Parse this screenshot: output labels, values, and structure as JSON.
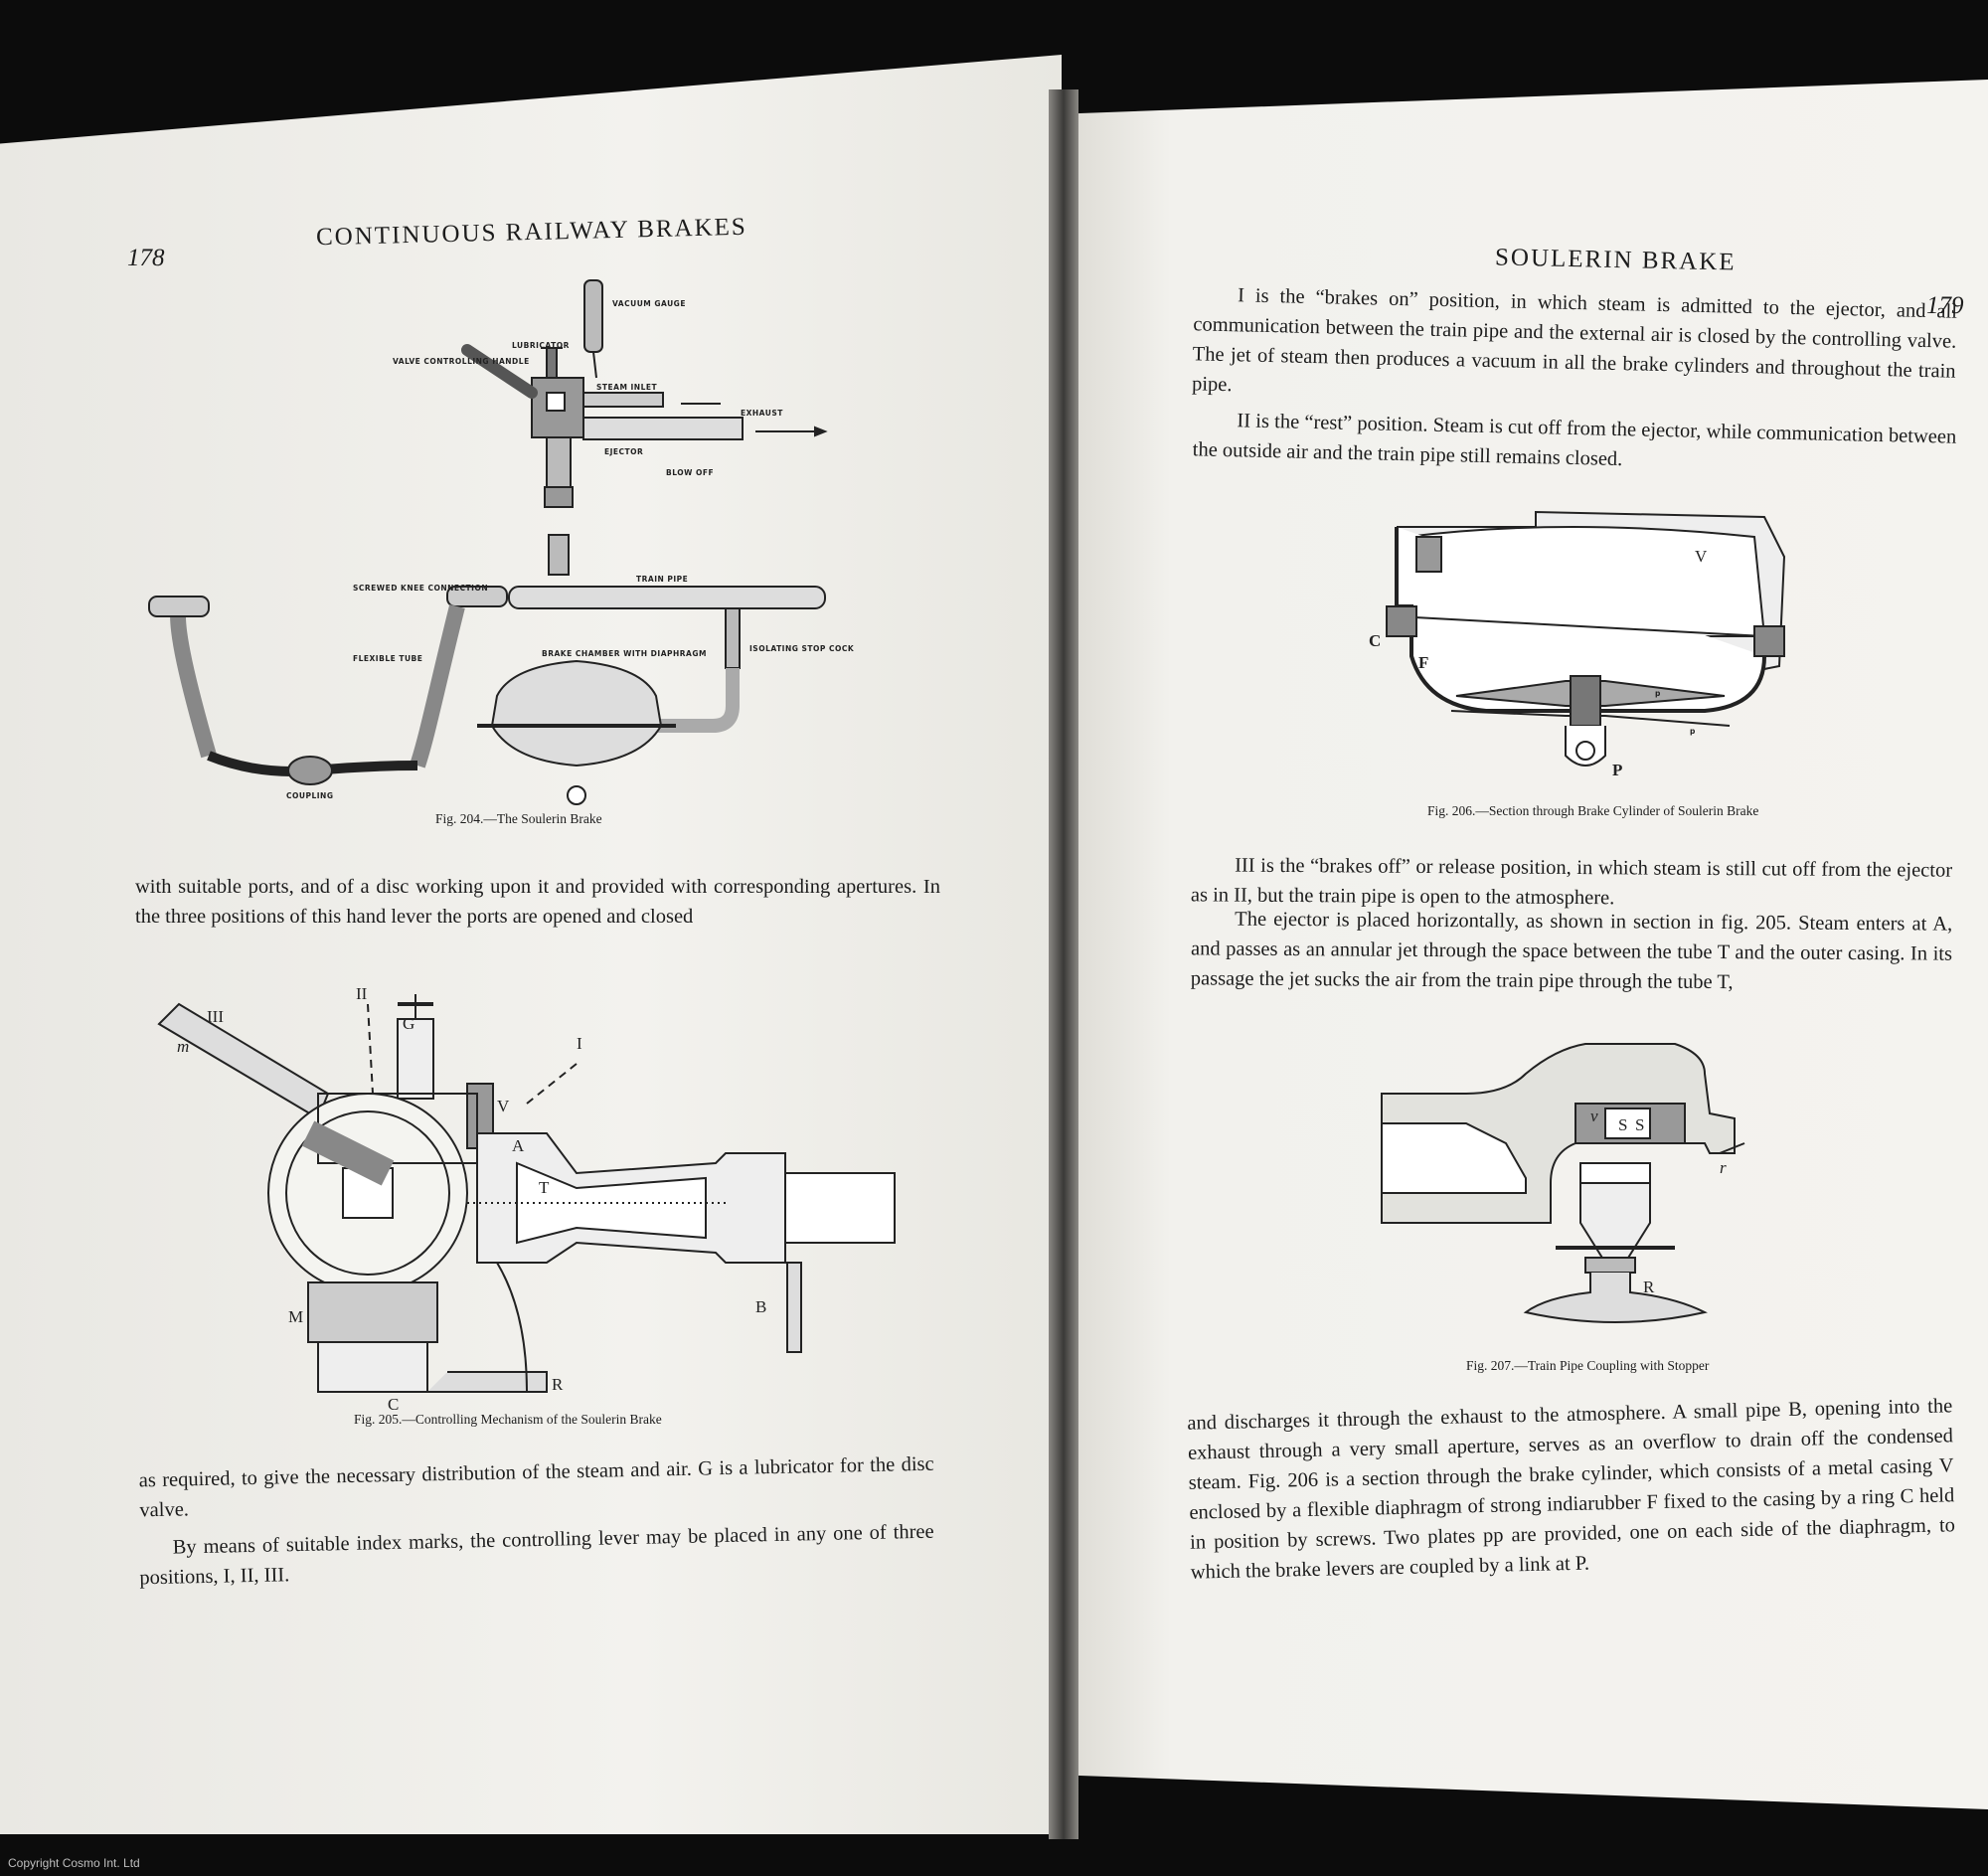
{
  "left_page": {
    "page_number": "178",
    "running_head": "CONTINUOUS RAILWAY BRAKES",
    "fig204": {
      "caption": "Fig. 204.—The Soulerin Brake",
      "labels": {
        "vacuum_gauge": "VACUUM GAUGE",
        "lubricator": "LUBRICATOR",
        "valve_handle": "VALVE CONTROLLING HANDLE",
        "steam_inlet": "STEAM INLET",
        "exhaust": "EXHAUST",
        "ejector": "EJECTOR",
        "blow_off": "BLOW OFF",
        "train_pipe": "TRAIN PIPE",
        "screwed_knee": "SCREWED KNEE CONNECTION",
        "flexible_tube": "FLEXIBLE TUBE",
        "brake_chamber": "BRAKE CHAMBER WITH DIAPHRAGM",
        "isolating_cock": "ISOLATING STOP COCK",
        "coupling": "COUPLING"
      }
    },
    "para1": "with suitable ports, and of a disc working upon it and provided with corresponding apertures. In the three positions of this hand lever the ports are opened and closed",
    "fig205": {
      "caption": "Fig. 205.—Controlling Mechanism of the Soulerin Brake",
      "labels": {
        "III": "III",
        "m": "m",
        "II": "II",
        "G": "G",
        "I": "I",
        "V": "V",
        "A": "A",
        "T": "T",
        "B": "B",
        "M": "M",
        "C": "C",
        "R": "R"
      }
    },
    "para2": "as required, to give the necessary distribution of the steam and air. G is a lubricator for the disc valve.",
    "para3": "By means of suitable index marks, the controlling lever may be placed in any one of three positions, I, II, III."
  },
  "right_page": {
    "page_number": "179",
    "running_head": "SOULERIN BRAKE",
    "para1": "I is the “brakes on” position, in which steam is admitted to the ejector, and all communication between the train pipe and the external air is closed by the controlling valve. The jet of steam then produces a vacuum in all the brake cylinders and throughout the train pipe.",
    "para2": "II is the “rest” position. Steam is cut off from the ejector, while communication between the outside air and the train pipe still remains closed.",
    "fig206": {
      "caption": "Fig. 206.—Section through Brake Cylinder of Soulerin Brake",
      "labels": {
        "V": "V",
        "C": "C",
        "F": "F",
        "P": "P",
        "p1": "p",
        "p2": "p"
      }
    },
    "para3": "III is the “brakes off” or release position, in which steam is still cut off from the ejector as in II, but the train pipe is open to the atmosphere.",
    "para4": "The ejector is placed horizontally, as shown in section in fig. 205. Steam enters at A, and passes as an annular jet through the space between the tube T and the outer casing. In its passage the jet sucks the air from the train pipe through the tube T,",
    "fig207": {
      "caption": "Fig. 207.—Train Pipe Coupling with Stopper",
      "labels": {
        "S1": "S",
        "S2": "S",
        "r": "r",
        "R": "R",
        "v": "v"
      }
    },
    "para5": "and discharges it through the exhaust to the atmosphere. A small pipe B, opening into the exhaust through a very small aperture, serves as an overflow to drain off the condensed steam. Fig. 206 is a section through the brake cylinder, which consists of a metal casing V enclosed by a flexible diaphragm of strong indiarubber F fixed to the casing by a ring C held in position by screws. Two plates pp are provided, one on each side of the diaphragm, to which the brake levers are coupled by a link at P."
  },
  "copyright": "Copyright Cosmo Int. Ltd"
}
